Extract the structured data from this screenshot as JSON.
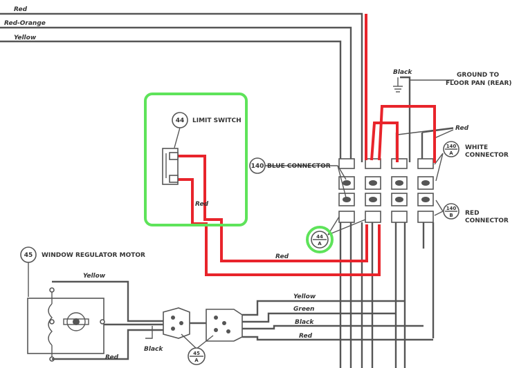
{
  "wires": {
    "red_top": "Red",
    "red_orange_top": "Red-Orange",
    "yellow_top": "Yellow",
    "black_ground": "Black",
    "red_right": "Red",
    "red_limit": "Red",
    "red_mid": "Red",
    "yellow_motor": "Yellow",
    "red_motor": "Red",
    "black_motor": "Black",
    "yellow_bus": "Yellow",
    "green_bus": "Green",
    "black_bus": "Black",
    "red_bus": "Red"
  },
  "labels": {
    "ground_line1": "GROUND TO",
    "ground_line2": "FLOOR PAN (REAR)",
    "limit_switch": "LIMIT SWITCH",
    "blue_connector": "BLUE CONNECTOR",
    "white_connector_1": "WHITE",
    "white_connector_2": "CONNECTOR",
    "red_connector_1": "RED",
    "red_connector_2": "CONNECTOR",
    "window_motor": "WINDOW REGULATOR MOTOR"
  },
  "callouts": {
    "c44": "44",
    "c140_blue": "140",
    "c140a_num": "140",
    "c140a_sub": "A",
    "c140b_num": "140",
    "c140b_sub": "B",
    "c44a_num": "44",
    "c44a_sub": "A",
    "c45": "45",
    "c45a_num": "45",
    "c45a_sub": "A"
  },
  "colors": {
    "wire": "#555555",
    "highlight_red": "#e8242b",
    "highlight_green": "#5ee35a"
  }
}
